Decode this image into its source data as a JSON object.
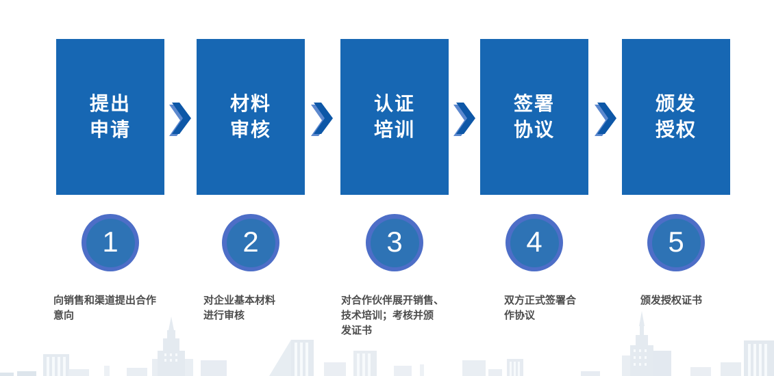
{
  "diagram": {
    "kind": "horizontal-process-flow",
    "step_count": 5
  },
  "steps": [
    {
      "box_label": "提出\n申请",
      "number": "1",
      "description": "向销售和渠道提出合作\n意向"
    },
    {
      "box_label": "材料\n审核",
      "number": "2",
      "description": "对企业基本材料\n进行审核"
    },
    {
      "box_label": "认证\n培训",
      "number": "3",
      "description": "对合作伙伴展开销售、\n技术培训；考核并颁\n发证书"
    },
    {
      "box_label": "签署\n协议",
      "number": "4",
      "description": "双方正式签署合\n作协议"
    },
    {
      "box_label": "颁发\n授权",
      "number": "5",
      "description": "颁发授权证书"
    }
  ],
  "icons": {
    "step_connector": "chevron-right"
  },
  "colors": {
    "box_blue": "#1767b3",
    "box_text": "#ffffff",
    "chevron_dark": "#0d57a7",
    "chevron_light": "#5c88ce",
    "circle_outer_ring": "#4d6ec7",
    "circle_inner": "#2e73b5",
    "circle_number": "#ffffff",
    "description_text": "#4c4c4c",
    "skyline_light": "#e9eef3",
    "skyline_mid": "#e4eaf0",
    "skyline_dark": "#dde5ec",
    "background": "#ffffff"
  }
}
